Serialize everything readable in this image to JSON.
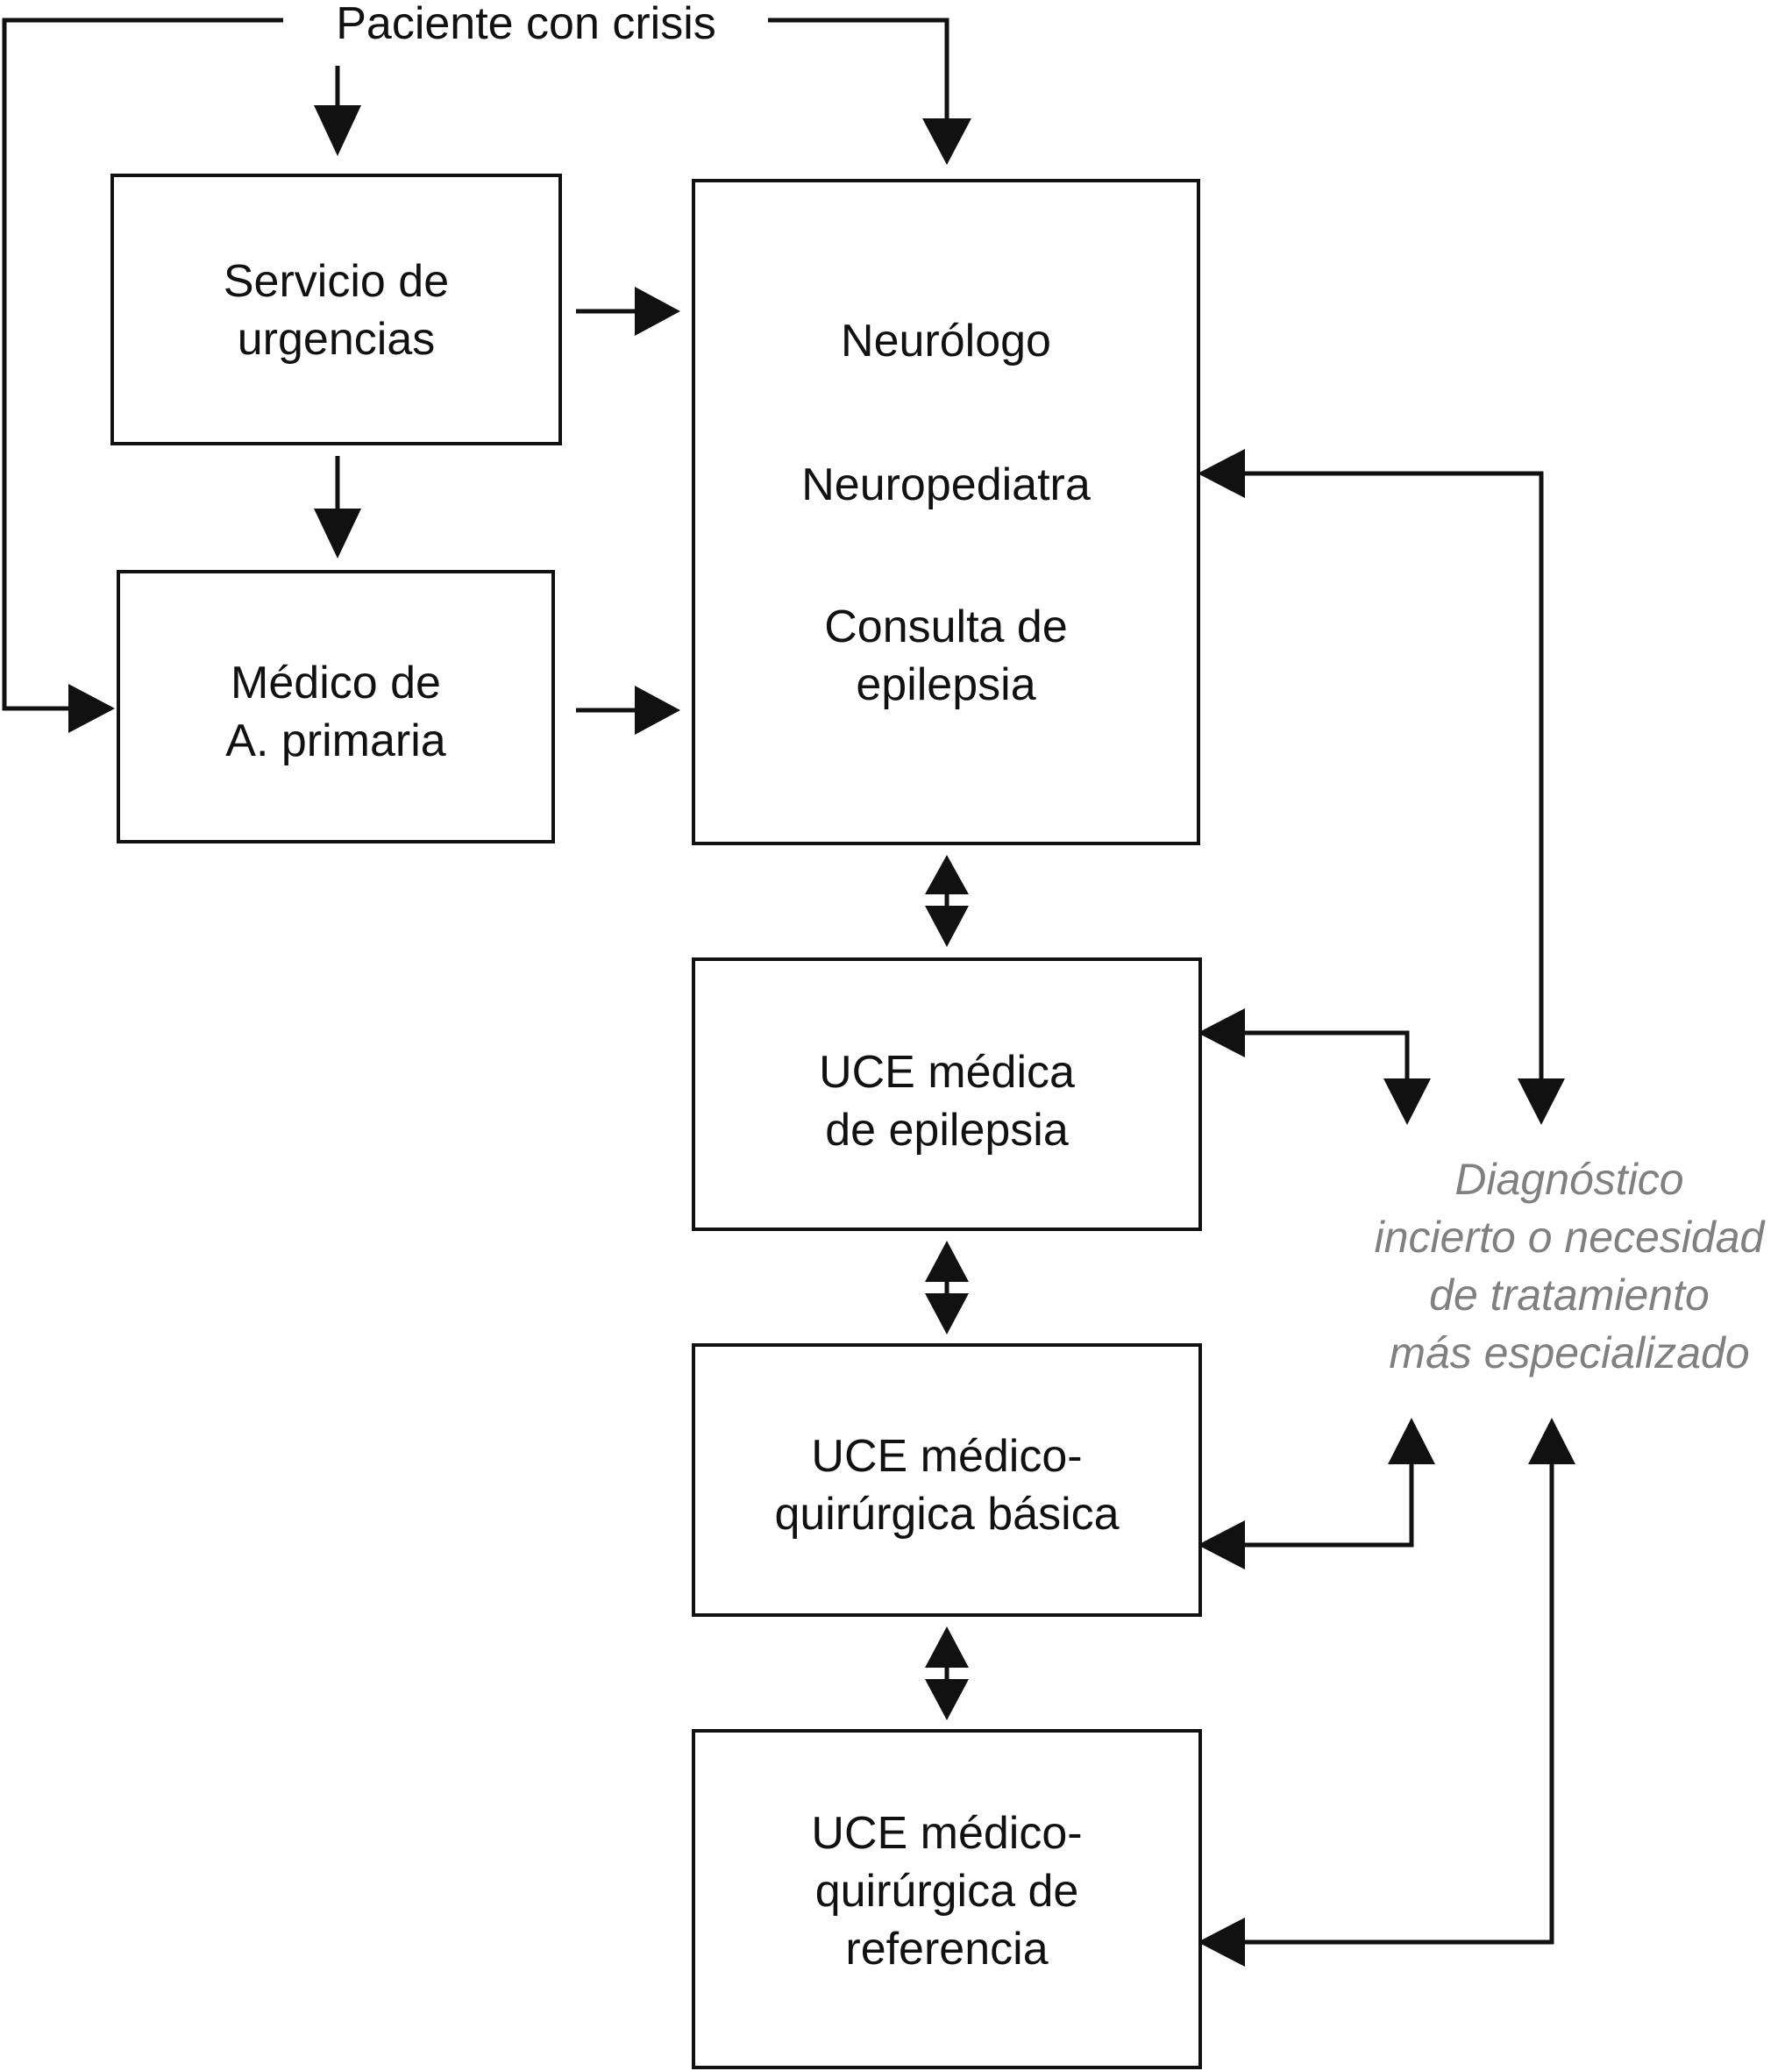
{
  "diagram": {
    "start": "Paciente con crisis",
    "nodes": {
      "urgencias": "Servicio de\nurgencias",
      "primaria": "Médico de\nA. primaria",
      "neurologo": "Neurólogo",
      "neuropediatra": "Neuropediatra",
      "consulta": "Consulta de\nepilepsia",
      "uce_medica": "UCE médica\nde epilepsia",
      "uce_basica": "UCE médico-\nquirúrgica básica",
      "uce_referencia": "UCE médico-\nquirúrgica de\nreferencia"
    },
    "note": "Diagnóstico\nincierto o necesidad\nde tratamiento\nmás especializado"
  }
}
